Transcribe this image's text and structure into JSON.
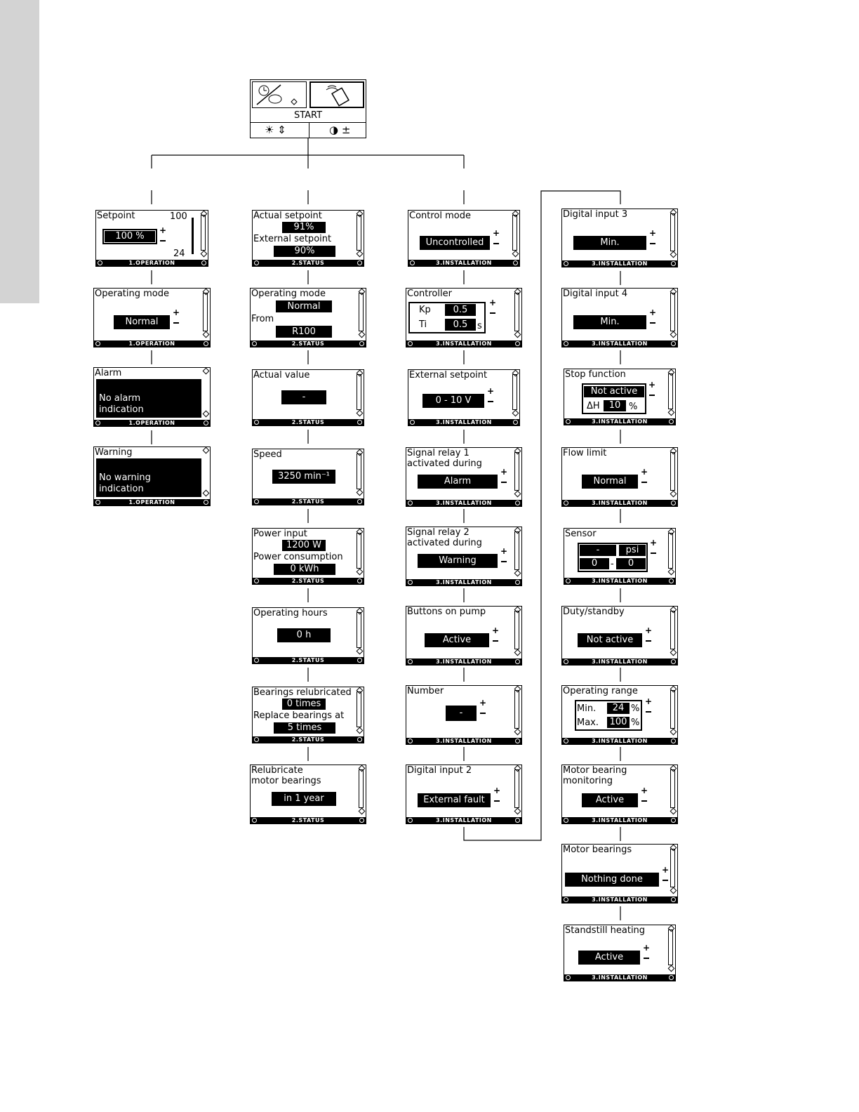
{
  "start": {
    "label": "START"
  },
  "footers": {
    "operation": "1.OPERATION",
    "status": "2.STATUS",
    "installation": "3.INSTALLATION"
  },
  "operation": {
    "setpoint": {
      "title": "Setpoint",
      "value": "100 %",
      "max": "100",
      "min": "24"
    },
    "operating_mode": {
      "title": "Operating mode",
      "value": "Normal"
    },
    "alarm": {
      "title": "Alarm",
      "text": "No alarm\nindication"
    },
    "warning": {
      "title": "Warning",
      "text": "No warning\nindication"
    }
  },
  "status": {
    "actual_setpoint": {
      "title": "Actual setpoint",
      "value": "91%",
      "title2": "External setpoint",
      "value2": "90%"
    },
    "operating_mode": {
      "title": "Operating mode",
      "value": "Normal",
      "from_label": "From",
      "from_value": "R100"
    },
    "actual_value": {
      "title": "Actual value",
      "value": "-"
    },
    "speed": {
      "title": "Speed",
      "value": "3250 min⁻¹"
    },
    "power": {
      "title": "Power input",
      "value": "1200 W",
      "title2": "Power consumption",
      "value2": "0 kWh"
    },
    "operating_hours": {
      "title": "Operating hours",
      "value": "0 h"
    },
    "bearings": {
      "title": "Bearings relubricated",
      "value": "0 times",
      "title2": "Replace bearings at",
      "value2": "5  times"
    },
    "relubricate": {
      "title": "Relubricate\nmotor bearings",
      "value": "in 1 year"
    }
  },
  "installation": {
    "control_mode": {
      "title": "Control mode",
      "value": "Uncontrolled"
    },
    "controller": {
      "title": "Controller",
      "kp_label": "Kp",
      "kp": "0.5",
      "ti_label": "Ti",
      "ti": "0.5",
      "ti_unit": "s"
    },
    "external_setpoint": {
      "title": "External setpoint",
      "value": "0 - 10 V"
    },
    "signal_relay_1": {
      "title": "Signal relay 1\nactivated during",
      "value": "Alarm"
    },
    "signal_relay_2": {
      "title": "Signal relay 2\nactivated during",
      "value": "Warning"
    },
    "buttons_on_pump": {
      "title": "Buttons on pump",
      "value": "Active"
    },
    "number": {
      "title": "Number",
      "value": "-"
    },
    "digital_input_2": {
      "title": "Digital input 2",
      "value": "External fault"
    },
    "digital_input_3": {
      "title": "Digital input 3",
      "value": "Min."
    },
    "digital_input_4": {
      "title": "Digital input 4",
      "value": "Min."
    },
    "stop_function": {
      "title": "Stop function",
      "value": "Not active",
      "dh_label": "ΔH",
      "dh": "10",
      "dh_unit": "%"
    },
    "flow_limit": {
      "title": "Flow limit",
      "value": "Normal"
    },
    "sensor": {
      "title": "Sensor",
      "type": "-",
      "unit": "psi",
      "from": "0",
      "sep": "-",
      "to": "0"
    },
    "duty_standby": {
      "title": "Duty/standby",
      "value": "Not active"
    },
    "operating_range": {
      "title": "Operating range",
      "min_label": "Min.",
      "min": "24",
      "max_label": "Max.",
      "max": "100",
      "unit": "%"
    },
    "motor_bearing_monitoring": {
      "title": "Motor bearing\nmonitoring",
      "value": "Active"
    },
    "motor_bearings": {
      "title": "Motor bearings",
      "value": "Nothing done"
    },
    "standstill_heating": {
      "title": "Standstill heating",
      "value": "Active"
    }
  }
}
